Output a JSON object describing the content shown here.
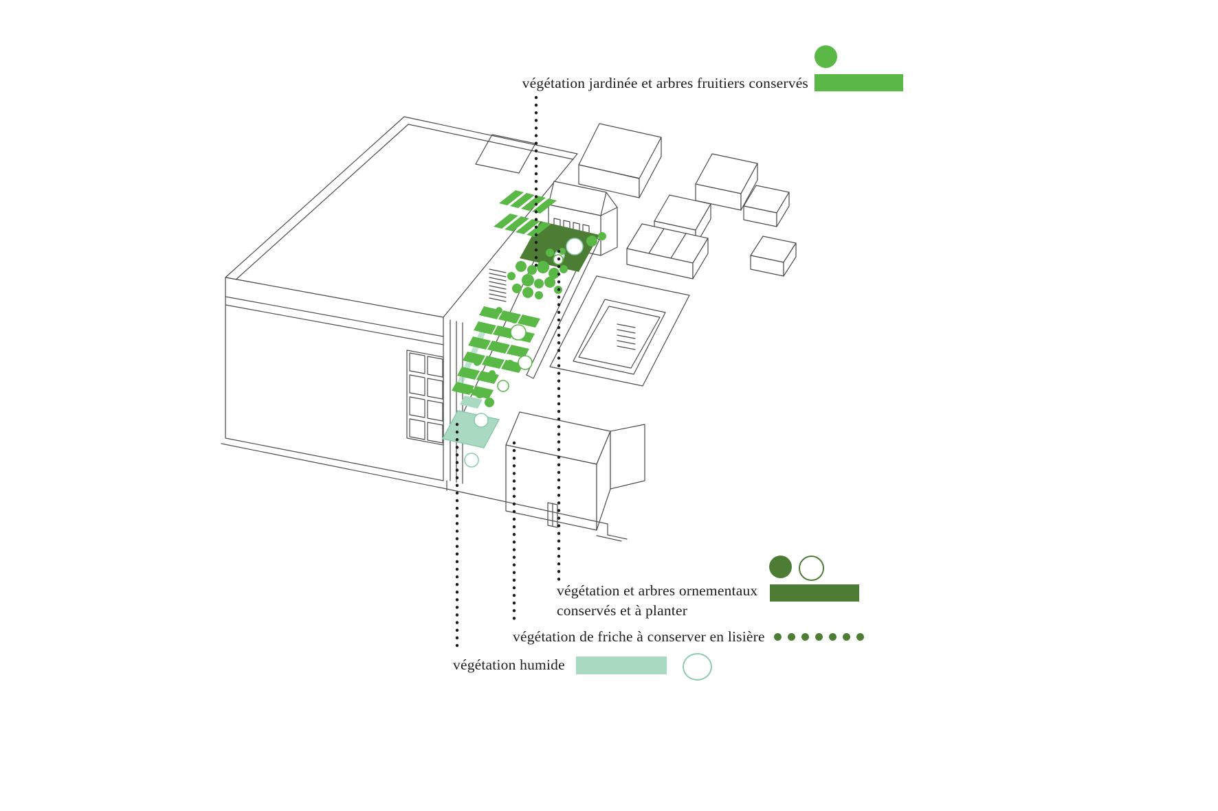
{
  "colors": {
    "bright_green": "#5ab847",
    "dark_green": "#4d7c35",
    "mint_green": "#a9d9c1",
    "mint_outline": "#8ccbad",
    "drawing_line": "#4a4a4a",
    "text_ink": "#1c1c1c",
    "background": "#ffffff"
  },
  "legend": {
    "jardinee": {
      "label": "végétation jardinée et arbres fruitiers conservés",
      "tree_icon": "bright-green-tree-circle",
      "area_icon": "bright-green-area-bar"
    },
    "ornementaux": {
      "line1": "végétation et arbres ornementaux",
      "line2": "conservés et à planter",
      "tree_conserved_icon": "dark-green-tree-circle",
      "tree_to_plant_icon": "outlined-tree-circle",
      "area_icon": "dark-green-area-bar"
    },
    "friche": {
      "label": "végétation de friche à conserver en lisière",
      "dot_count": 7,
      "icon": "dark-green-dotted-line"
    },
    "humide": {
      "label": "végétation humide",
      "area_icon": "mint-green-area-bar",
      "tree_icon": "mint-outlined-tree-circle"
    }
  }
}
